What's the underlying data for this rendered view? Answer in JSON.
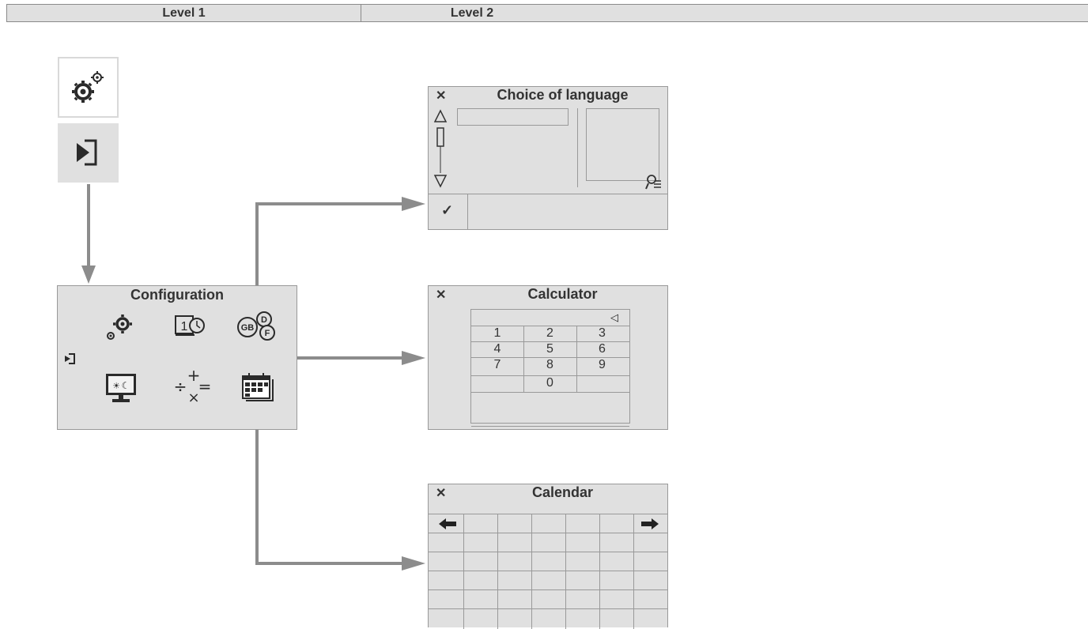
{
  "header": {
    "level1": "Level 1",
    "level2": "Level 2"
  },
  "level1": {
    "settings_icon": "settings-gears-icon",
    "enter_icon": "enter-arrow-icon"
  },
  "configuration": {
    "title": "Configuration",
    "icons": [
      "gears-icon",
      "date-time-icon",
      "language-gb-d-f-icon",
      "exit-icon",
      "display-day-night-icon",
      "calculator-icon",
      "calendar-icon"
    ]
  },
  "language_panel": {
    "title": "Choice of language",
    "close": "✕",
    "confirm": "✓"
  },
  "calculator_panel": {
    "title": "Calculator",
    "close": "✕",
    "backspace": "◁",
    "keys": [
      [
        "1",
        "2",
        "3"
      ],
      [
        "4",
        "5",
        "6"
      ],
      [
        "7",
        "8",
        "9"
      ],
      [
        "",
        "0",
        ""
      ]
    ]
  },
  "calendar_panel": {
    "title": "Calendar",
    "close": "✕",
    "prev": "🡐",
    "next": "🡒"
  },
  "colors": {
    "panel_bg": "#e0e0e0",
    "border": "#999999",
    "connector": "#8c8c8c"
  }
}
